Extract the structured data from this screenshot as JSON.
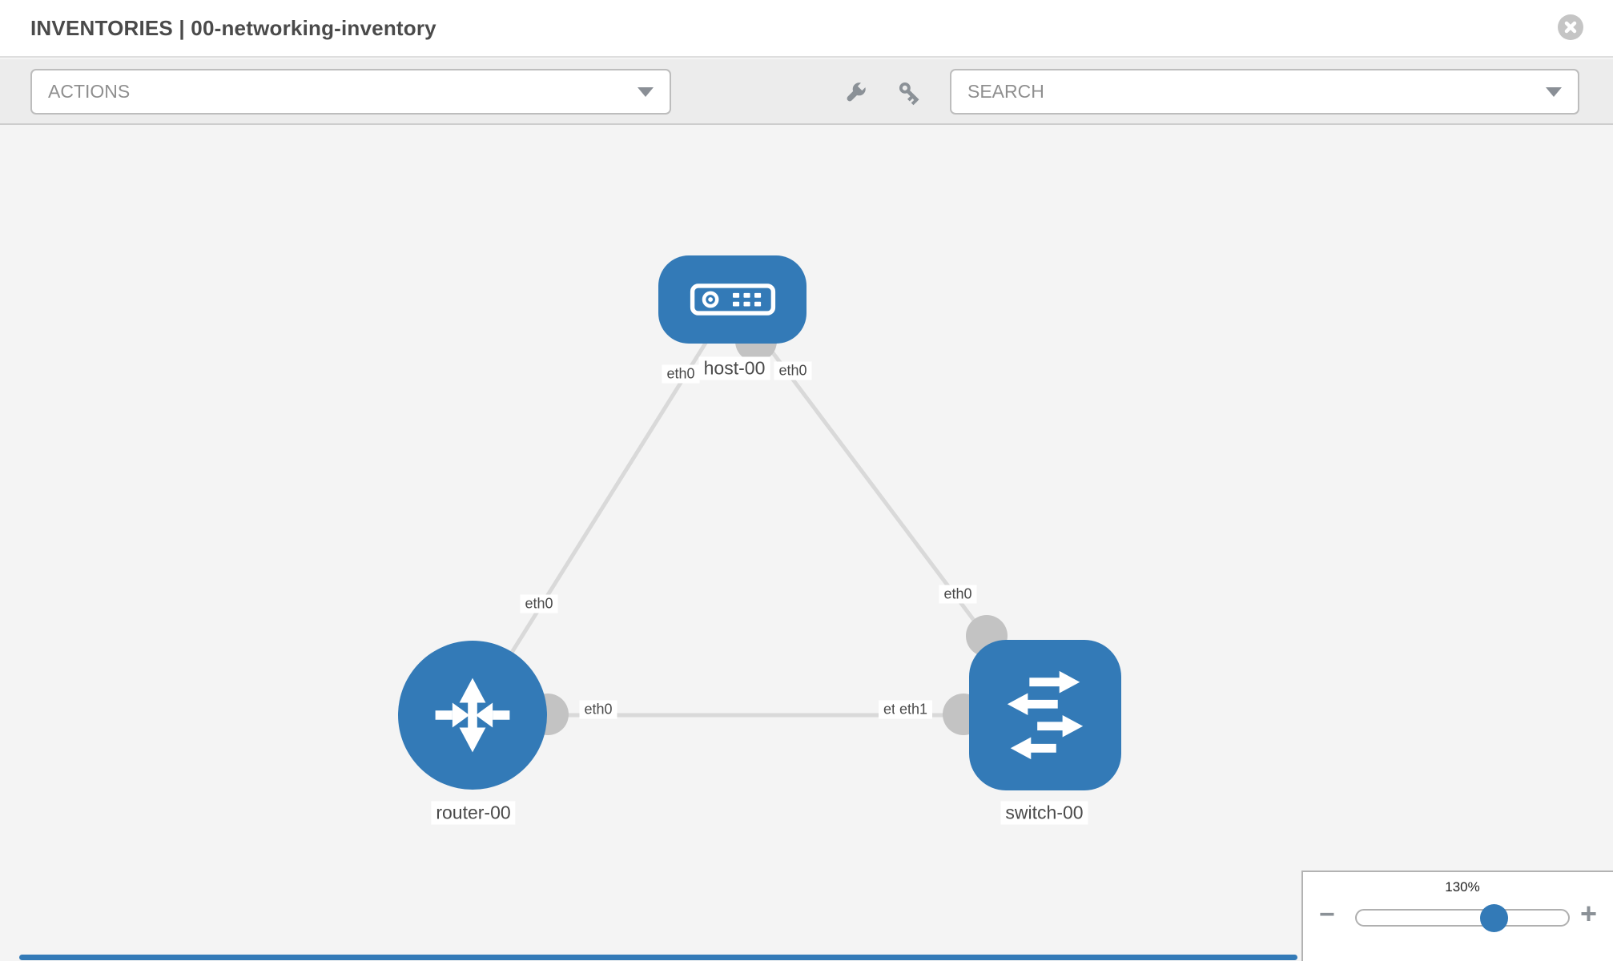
{
  "header": {
    "title": "INVENTORIES | 00-networking-inventory"
  },
  "toolbar": {
    "actions_label": "ACTIONS",
    "search_label": "SEARCH",
    "icons": [
      "wrench-icon",
      "key-icon"
    ]
  },
  "icons": {
    "header_close": "close-icon",
    "dropdown_caret": "chevron-down-icon"
  },
  "colors": {
    "node_blue": "#337ab7",
    "canvas_bg": "#f4f4f4",
    "toolbar_bg": "#ececec",
    "edge_gray": "#d9d9d9",
    "connector_gray": "#c3c3c3",
    "icon_gray": "#8b9197"
  },
  "topology": {
    "nodes": {
      "host": {
        "label": "host-00",
        "type": "host"
      },
      "router": {
        "label": "router-00",
        "type": "router"
      },
      "switch": {
        "label": "switch-00",
        "type": "switch"
      }
    },
    "links": [
      {
        "source": "host-00",
        "source_interface": "eth0",
        "target": "router-00",
        "target_interface": "eth0"
      },
      {
        "source": "host-00",
        "source_interface": "eth0",
        "target": "switch-00",
        "target_interface": "eth0"
      },
      {
        "source": "router-00",
        "source_interface": "eth0",
        "target": "switch-00",
        "target_interface": "eth1"
      }
    ],
    "if_labels": {
      "host_router_at_host": "eth0",
      "host_router_at_router": "eth0",
      "host_switch_at_host": "eth0",
      "host_switch_at_switch": "eth0",
      "router_switch_at_router": "eth0",
      "router_switch_at_switch_hidden": "eth0",
      "router_switch_at_switch": "eth1"
    }
  },
  "zoom_control": {
    "level": "130%",
    "minus_label": "−",
    "plus_label": "+"
  }
}
